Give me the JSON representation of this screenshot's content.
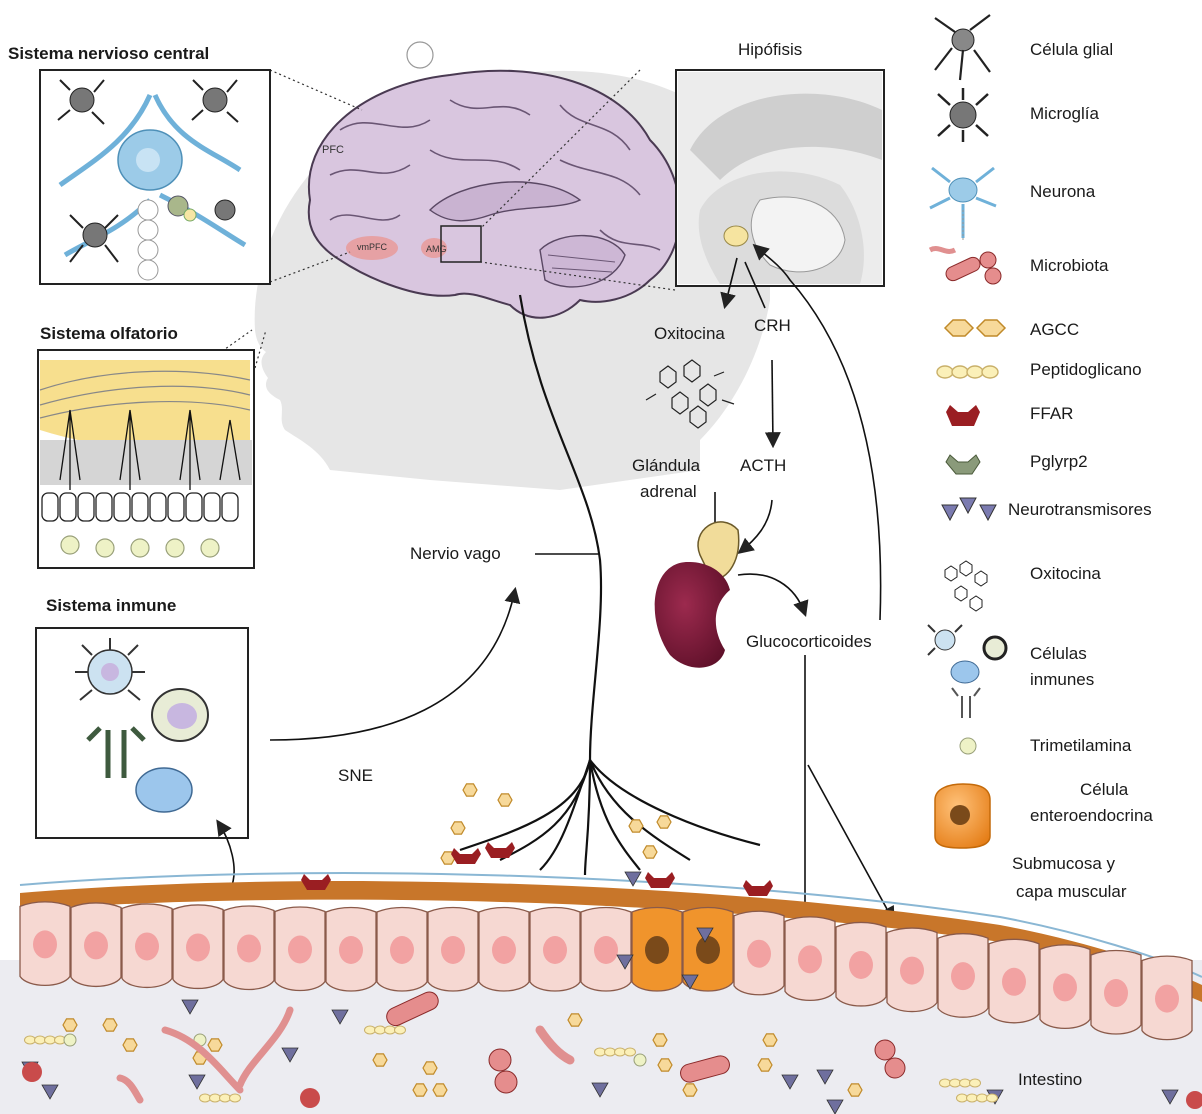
{
  "panels": {
    "cns_title": "Sistema nervioso central",
    "olfactory_title": "Sistema olfatorio",
    "immune_title": "Sistema inmune",
    "pituitary_title": "Hipófisis"
  },
  "brain_labels": {
    "pfc": "PFC",
    "vmpfc": "vmPFC",
    "amg": "AMG"
  },
  "pathway": {
    "oxitocina": "Oxitocina",
    "crh": "CRH",
    "acth": "ACTH",
    "adrenal_1": "Glándula",
    "adrenal_2": "adrenal",
    "glucocorticoides": "Glucocorticoides",
    "nervio_vago": "Nervio vago",
    "sne": "SNE",
    "submucosa_1": "Submucosa y",
    "submucosa_2": "capa muscular",
    "intestino": "Intestino"
  },
  "legend": {
    "items": [
      {
        "label": "Célula glial",
        "icon": "glial-cell-icon"
      },
      {
        "label": "Microglía",
        "icon": "microglia-icon"
      },
      {
        "label": "Neurona",
        "icon": "neuron-icon"
      },
      {
        "label": "Microbiota",
        "icon": "microbiota-icon"
      },
      {
        "label": "AGCC",
        "icon": "hexagon-pair-icon"
      },
      {
        "label": "Peptidoglicano",
        "icon": "peptidoglycan-chain-icon"
      },
      {
        "label": "FFAR",
        "icon": "ffar-receptor-icon"
      },
      {
        "label": "Pglyrp2",
        "icon": "pglyrp2-receptor-icon"
      },
      {
        "label": "Neurotransmisores",
        "icon": "triangles-icon"
      },
      {
        "label": "Oxitocina",
        "icon": "oxytocin-molecule-icon"
      },
      {
        "label": "Células",
        "label2": "inmunes",
        "icon": "immune-cells-icon"
      },
      {
        "label": "Trimetilamina",
        "icon": "circle-icon"
      },
      {
        "label": "Célula",
        "label2": "enteroendocrina",
        "icon": "enteroendocrine-cell-icon"
      }
    ]
  },
  "colors": {
    "brain": "#d9c6df",
    "head": "#e4e4e4",
    "kidney": "#7a1a3a",
    "adrenal": "#f1dc9a",
    "epithelium": "#f6d8d2",
    "nucleus": "#f2a2a2",
    "muscle": "#c8762a",
    "enteroendocrine": "#f0942c",
    "agcc": "#f7d99a",
    "ffar": "#9a1e22",
    "neurotransmitter": "#6f6f9e",
    "glia_blue": "#9ccbe8"
  }
}
